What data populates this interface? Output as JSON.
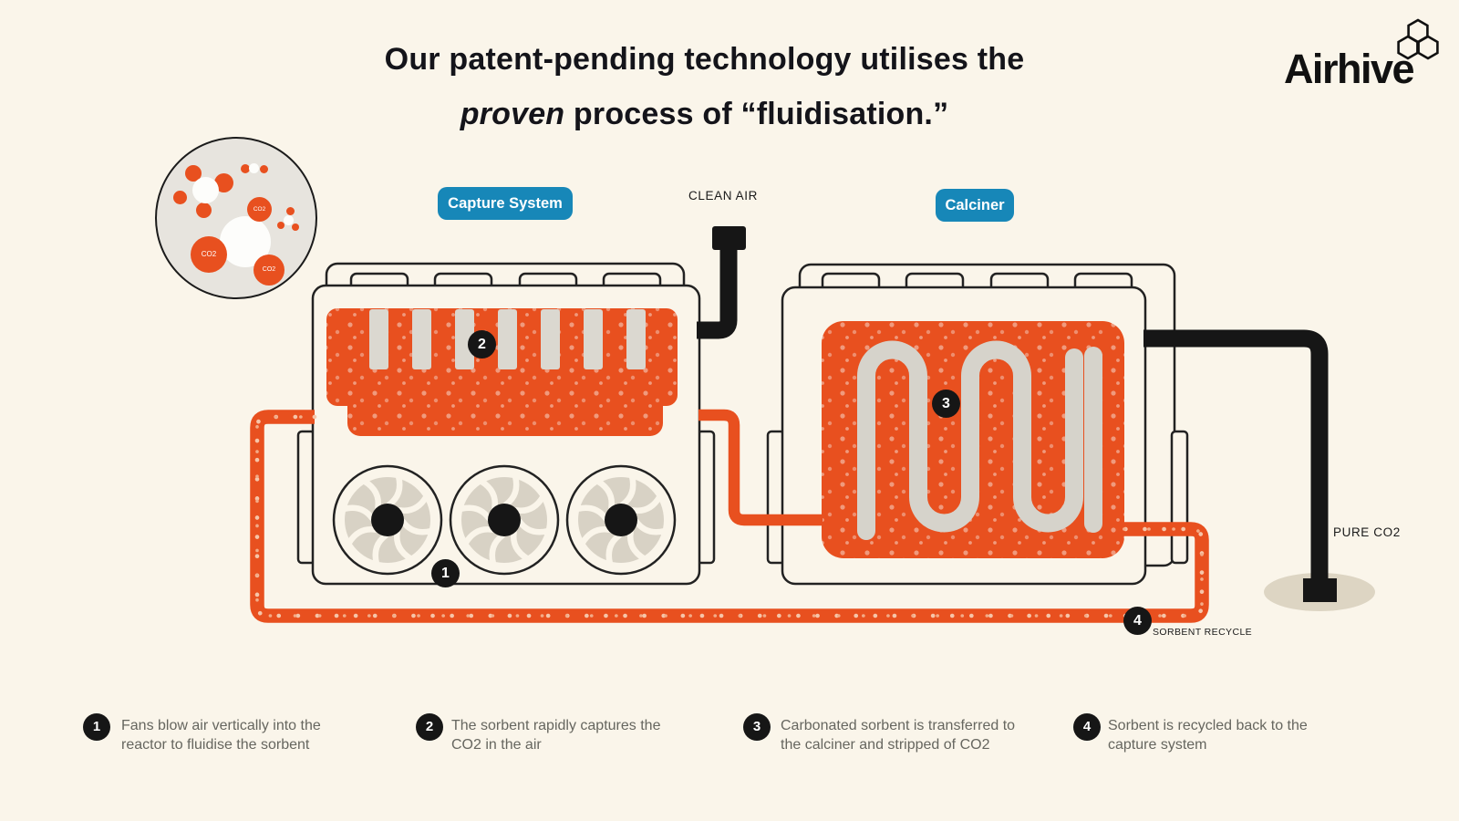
{
  "title": {
    "line1": "Our patent-pending technology utilises the",
    "line2_italic": "proven ",
    "line2_rest": "process of “fluidisation.”"
  },
  "logo": {
    "text": "Airhive",
    "icon": "honeycomb-hexagons"
  },
  "labels": {
    "capture_system": "Capture System",
    "calciner": "Calciner",
    "clean_air": "CLEAN AIR",
    "pure_co2": "PURE CO2",
    "sorbent_recycle": "SORBENT RECYCLE"
  },
  "inset": {
    "co2_labels": [
      "CO2",
      "CO2",
      "CO2"
    ]
  },
  "steps": [
    {
      "number": "1",
      "lines": [
        "Fans blow air vertically into the",
        "reactor to fluidise the sorbent"
      ]
    },
    {
      "number": "2",
      "lines": [
        "The sorbent rapidly captures the",
        "CO2 in the air"
      ]
    },
    {
      "number": "3",
      "lines": [
        "Carbonated sorbent is transferred to",
        "the calciner and stripped of CO2"
      ]
    },
    {
      "number": "4",
      "lines": [
        "Sorbent is recycled back to the",
        "capture system"
      ]
    }
  ],
  "colors": {
    "background": "#faf5ea",
    "accent_orange": "#e8501f",
    "accent_blue": "#1787b8",
    "ink_black": "#161616",
    "machine_gray": "#d8d4cb",
    "legend_text": "#66665f"
  }
}
